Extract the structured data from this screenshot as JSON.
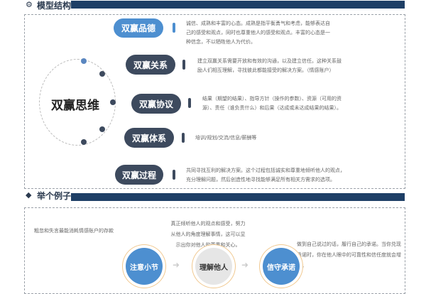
{
  "section1": {
    "title": "模型结构",
    "icon": "gears-icon"
  },
  "center": {
    "title": "双赢思维"
  },
  "items": [
    {
      "label": "双赢品德",
      "desc": "诚信、成熟和丰富的心态。成熟是指平衡勇气和考虑，能够表达自己的感受和观点，同时也尊重他人的感受和观点。丰富的心态是一种信念，不以牺牲他人为代价。"
    },
    {
      "label": "双赢关系",
      "desc": "建立双赢关系需要开放和有效的沟通，以及建立信任。这种关系鼓励人们相互理解，寻找彼此都能接受的解决方案。（情感账户）"
    },
    {
      "label": "双赢协议",
      "desc": "结果（期望的结果）、指导方针（操作的参数）、资源（可用的资源）、责任（谁负责什么）和后果（达成或未达成结果的结果）。"
    },
    {
      "label": "双赢体系",
      "desc": "培训/规划/交流/信息/薪酬等"
    },
    {
      "label": "双赢过程",
      "desc": "共同寻找互利的解决方案。这个过程包括诚实和尊重地倾听他人的观点，充分理解问题，然后创造性地寻找能够满足所有相关方需求的选项。"
    }
  ],
  "section2": {
    "title": "举个例子",
    "icon": "layers-icon"
  },
  "example": {
    "left_text": "粗忽和失言最能消耗情感账户的存款",
    "steps": [
      {
        "label": "注意小节",
        "color": "#4d8fd0"
      },
      {
        "label": "理解他人",
        "color": "#e6e6e6"
      },
      {
        "label": "信守承诺",
        "color": "#4d8fd0"
      }
    ],
    "middle_text": "真正倾听他人的观点和感受，努力从他人的角度理解事情，这可以显示出你对他人的尊重和关心。",
    "right_text": "做到自己说过的话，履行自己的承诺。当你兑现承诺时，你在他人眼中的可靠性和信任度就会增加。"
  }
}
